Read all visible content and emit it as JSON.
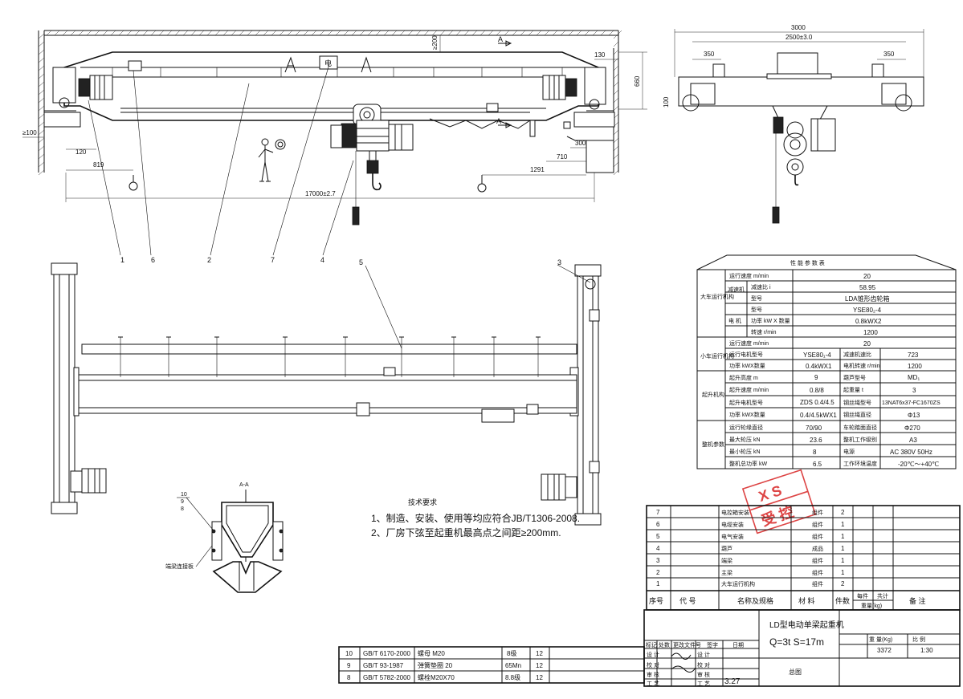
{
  "dims": {
    "main_span": "17000±2.7",
    "gap_top": "≥200",
    "left_clear": "≥100",
    "d120": "120",
    "d819": "819",
    "d1291": "1291",
    "d130": "130",
    "d660": "660",
    "d300": "300",
    "d710": "710",
    "section_mark_a_top": "A",
    "section_mark_a_bot": "A",
    "side_total": "3000",
    "side_gauge": "2500±3.0",
    "side_350_left": "350",
    "side_350_right": "350",
    "side_100": "100"
  },
  "callouts": [
    "1",
    "6",
    "2",
    "7",
    "4",
    "5",
    "3"
  ],
  "section_view": {
    "title": "A-A",
    "marks": [
      "10",
      "9",
      "8"
    ],
    "label": "端梁连接板"
  },
  "tech_requirements": {
    "title": "技术要求",
    "items": [
      "1、制造、安装、使用等均应符合JB/T1306-2008.",
      "2、厂房下弦至起重机最高点之间距≥200mm."
    ]
  },
  "perf_table": {
    "title": "性 能 参 数 表",
    "rows": [
      {
        "group": "大车运行机构",
        "sub": "",
        "name": "运行速度 m/min",
        "value": "20"
      },
      {
        "group": "",
        "sub": "减速机",
        "name": "减速比 i",
        "value": "58.95"
      },
      {
        "group": "",
        "sub": "",
        "name": "型号",
        "value": "LDA锥形齿轮箱"
      },
      {
        "group": "",
        "sub": "电 机",
        "name": "型号",
        "value": "YSE80₂-4"
      },
      {
        "group": "",
        "sub": "",
        "name": "功率 kW X 数量",
        "value": "0.8kWX2"
      },
      {
        "group": "",
        "sub": "",
        "name": "转速 r/min",
        "value": "1200"
      }
    ],
    "trolley": {
      "group": "小车运行机构",
      "speed_label": "运行速度 m/min",
      "speed": "20",
      "motor_label": "运行电机型号",
      "motor": "YSE80₁-4",
      "ratio_label": "减速机速比",
      "ratio": "723",
      "power_label": "功率 kWX数量",
      "power": "0.4kWX1",
      "rpm_label": "电机转速 r/min",
      "rpm": "1200"
    },
    "hoist": {
      "group": "起升机构",
      "rows": [
        [
          "起升高度 m",
          "9",
          "葫芦型号",
          "MD₁"
        ],
        [
          "起升速度 m/min",
          "0.8/8",
          "起重量 t",
          "3"
        ],
        [
          "起升电机型号",
          "ZDS 0.4/4.5",
          "钢丝绳型号",
          "13NAT6x37-FC1670ZS"
        ],
        [
          "功率 kWX数量",
          "0.4/4.5kWX1",
          "钢丝绳直径",
          "Φ13"
        ]
      ]
    },
    "general": {
      "group": "整机参数",
      "rows": [
        [
          "运行轮缘直径",
          "70/90",
          "车轮踏面直径",
          "Φ270"
        ],
        [
          "最大轮压 kN",
          "23.6",
          "整机工作级别",
          "A3"
        ],
        [
          "最小轮压 kN",
          "8",
          "电源",
          "AC 380V 50Hz"
        ],
        [
          "整机总功率 kW",
          "6.5",
          "工作环境温度",
          "-20℃～+40℃"
        ]
      ]
    }
  },
  "parts_list": {
    "rows": [
      {
        "no": "7",
        "name": "电控箱安装",
        "mat": "组件",
        "qty": "2"
      },
      {
        "no": "6",
        "name": "电缆安装",
        "mat": "组件",
        "qty": "1"
      },
      {
        "no": "5",
        "name": "电气安装",
        "mat": "组件",
        "qty": "1"
      },
      {
        "no": "4",
        "name": "葫芦",
        "mat": "成品",
        "qty": "1"
      },
      {
        "no": "3",
        "name": "端梁",
        "mat": "组件",
        "qty": "1"
      },
      {
        "no": "2",
        "name": "主梁",
        "mat": "组件",
        "qty": "1"
      },
      {
        "no": "1",
        "name": "大车运行机构",
        "mat": "组件",
        "qty": "2"
      }
    ],
    "header": {
      "no": "序号",
      "code": "代  号",
      "name": "名称及规格",
      "mat": "材  料",
      "qty": "件数",
      "unit_w": "每件",
      "total_w": "共计",
      "weight": "重量(kg)",
      "remark": "备  注"
    }
  },
  "bolts": [
    {
      "no": "10",
      "code": "GB/T 6170-2000",
      "name": "螺母 M20",
      "mat": "8级",
      "qty": "12"
    },
    {
      "no": "9",
      "code": "GB/T 93-1987",
      "name": "弹簧垫圈 20",
      "mat": "65Mn",
      "qty": "12"
    },
    {
      "no": "8",
      "code": "GB/T 5782-2000",
      "name": "螺栓M20X70",
      "mat": "8.8级",
      "qty": "12"
    }
  ],
  "title_block": {
    "drawing_name": "LD型电动单梁起重机",
    "spec": "Q=3t  S=17m",
    "weight_label": "重 量(Kg)",
    "weight": "3372",
    "scale_label": "比 例",
    "scale": "1:30",
    "sheet_label": "总图",
    "sign_cols": [
      "标记",
      "处数",
      "更改文件号",
      "签字",
      "日期"
    ],
    "roles": [
      "设 计",
      "校 对",
      "审 核",
      "工 艺"
    ],
    "date_hand": "3.27"
  },
  "stamp": {
    "line1": "X  S",
    "line2": "受 控"
  }
}
